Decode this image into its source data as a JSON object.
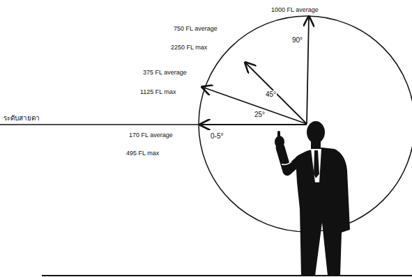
{
  "diagram": {
    "labels": [
      "1000 FL average",
      "750 FL average",
      "2250 FL max",
      "375 FL average",
      "1125 FL max",
      "ระดับสายตา",
      "170 FL average",
      "495 FL max",
      "90°",
      "45°",
      "25°",
      "0-5°"
    ]
  }
}
